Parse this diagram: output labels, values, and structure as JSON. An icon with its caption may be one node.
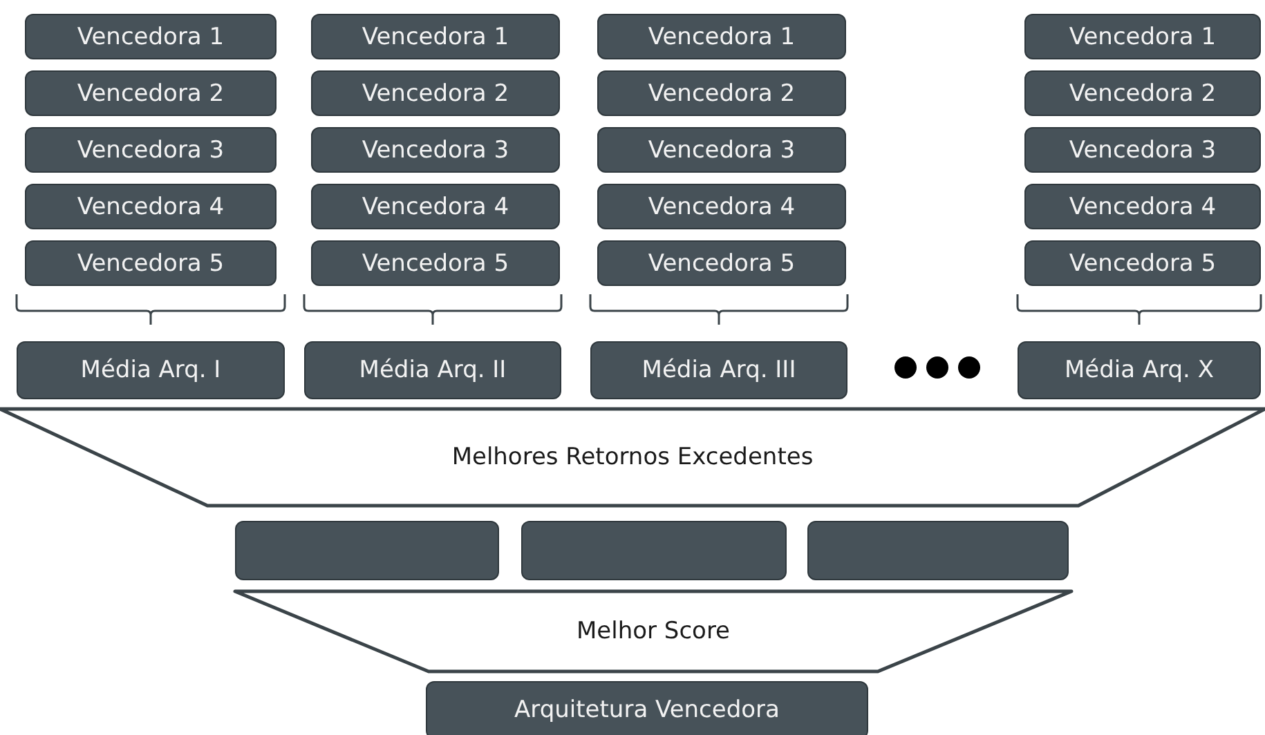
{
  "diagram": {
    "nodes": [
      {
        "text": [
          "Vencedora 1"
        ]
      },
      {
        "text": [
          "Vencedora 1"
        ]
      },
      {
        "text": [
          "Vencedora 1"
        ]
      },
      {
        "text": [
          "Vencedora 1"
        ]
      },
      {
        "text": [
          "Vencedora 2"
        ]
      },
      {
        "text": [
          "Vencedora 2"
        ]
      },
      {
        "text": [
          "Vencedora 2"
        ]
      },
      {
        "text": [
          "Vencedora 2"
        ]
      },
      {
        "text": [
          "Vencedora 3"
        ]
      },
      {
        "text": [
          "Vencedora 3"
        ]
      },
      {
        "text": [
          "Vencedora 3"
        ]
      },
      {
        "text": [
          "Vencedora 3"
        ]
      },
      {
        "text": [
          "Vencedora 4"
        ]
      },
      {
        "text": [
          "Vencedora 4"
        ]
      },
      {
        "text": [
          "Vencedora 4"
        ]
      },
      {
        "text": [
          "Vencedora 4"
        ]
      },
      {
        "text": [
          "Vencedora 5"
        ]
      },
      {
        "text": [
          "Vencedora 5"
        ]
      },
      {
        "text": [
          "Vencedora 5"
        ]
      },
      {
        "text": [
          "Vencedora 5"
        ]
      },
      {
        "text": [
          "Média Arq. I"
        ]
      },
      {
        "text": [
          "Média Arq. II"
        ]
      },
      {
        "text": [
          "Média Arq. III"
        ]
      },
      {
        "text": [
          "Média Arq. X"
        ]
      },
      {
        "text": [
          "Melhores Retornos Excedentes"
        ]
      },
      {
        "text": [],
        "shape": "box"
      },
      {
        "text": [],
        "shape": "box"
      },
      {
        "text": [],
        "shape": "box"
      },
      {
        "text": [
          "Melhor Score"
        ]
      },
      {
        "text": [
          "Arquitetura Vencedora"
        ]
      }
    ]
  }
}
